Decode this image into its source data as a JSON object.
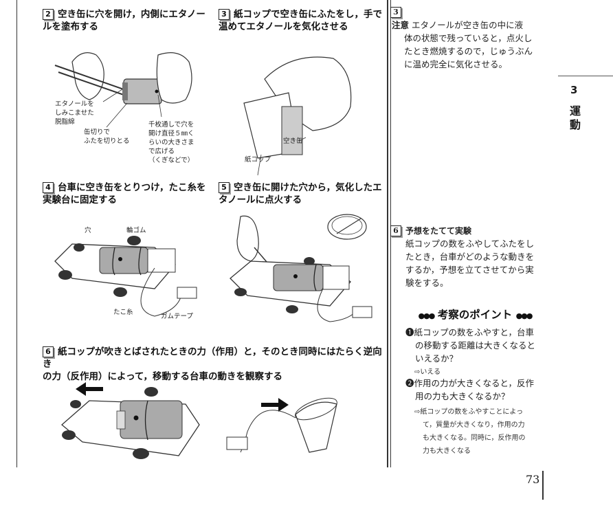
{
  "steps": {
    "s2": {
      "num": "2",
      "title_l1": "空き缶に穴を開け，内側にエタノー",
      "title_l2": "ルを塗布する"
    },
    "s3": {
      "num": "3",
      "title_l1": "紙コップで空き缶にふたをし，手で",
      "title_l2": "温めてエタノールを気化させる"
    },
    "s4": {
      "num": "4",
      "title_l1": "台車に空き缶をとりつけ，たこ糸を",
      "title_l2": "実験台に固定する"
    },
    "s5": {
      "num": "5",
      "title_l1": "空き缶に開けた穴から，気化したエ",
      "title_l2": "タノールに点火する"
    },
    "s6": {
      "num": "6",
      "title_l1": "紙コップが吹きとばされたときの力（作用）と，そのとき同時にはたらく逆向き",
      "title_l2": "の力（反作用）によって，移動する台車の動きを観察する"
    }
  },
  "labels": {
    "ethanol_l1": "エタノールを",
    "ethanol_l2": "しみこませた",
    "ethanol_l3": "脱脂綿",
    "cut_l1": "缶切りで",
    "cut_l2": "ふたを切りとる",
    "hole_l1": "千枚通しで穴を",
    "hole_l2": "開け直径５㎜く",
    "hole_l3": "らいの大きさま",
    "hole_l4": "で広げる",
    "hole_l5": "（くぎなどで）",
    "can": "空き缶",
    "cup": "紙コップ",
    "ana": "穴",
    "rubber": "輪ゴム",
    "string": "たこ糸",
    "tape": "ガムテープ"
  },
  "sidebar": {
    "n3": "3",
    "caution_head": "注意",
    "caution_l1": "エタノールが空き缶の中に液",
    "caution_l2": "体の状態で残っていると，点火し",
    "caution_l3": "たとき燃焼するので，じゅうぶん",
    "caution_l4": "に温め完全に気化させる。",
    "n6": "6",
    "predict_head": "予想をたてて実験",
    "predict_l1": "紙コップの数をふやしてふたをし",
    "predict_l2": "たとき，台車がどのような動きを",
    "predict_l3": "するか，予想を立てさせてから実",
    "predict_l4": "験をする。",
    "points_title": "考察のポイント",
    "q1_l1": "❶紙コップの数をふやすと，台車",
    "q1_l2": "の移動する距離は大きくなると",
    "q1_l3": "いえるか？",
    "a1": "⇨いえる",
    "q2_l1": "❷作用の力が大きくなると，反作",
    "q2_l2": "用の力も大きくなるか？",
    "a2_l1": "⇨紙コップの数をふやすことによっ",
    "a2_l2": "て，質量が大きくなり，作用の力",
    "a2_l3": "も大きくなる。同時に，反作用の",
    "a2_l4": "力も大きくなる"
  },
  "chapter": {
    "num": "3",
    "title_c1": "運",
    "title_c2": "動"
  },
  "page_number": "73"
}
